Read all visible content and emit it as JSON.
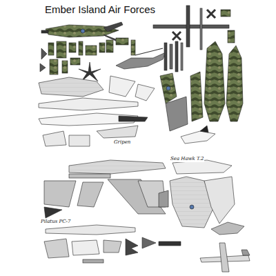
{
  "diagram": {
    "title": "Ember Island Air Forces",
    "labels": [
      "Gripen",
      "Sea Hawk T.2",
      "Pilatus PC-7"
    ]
  }
}
